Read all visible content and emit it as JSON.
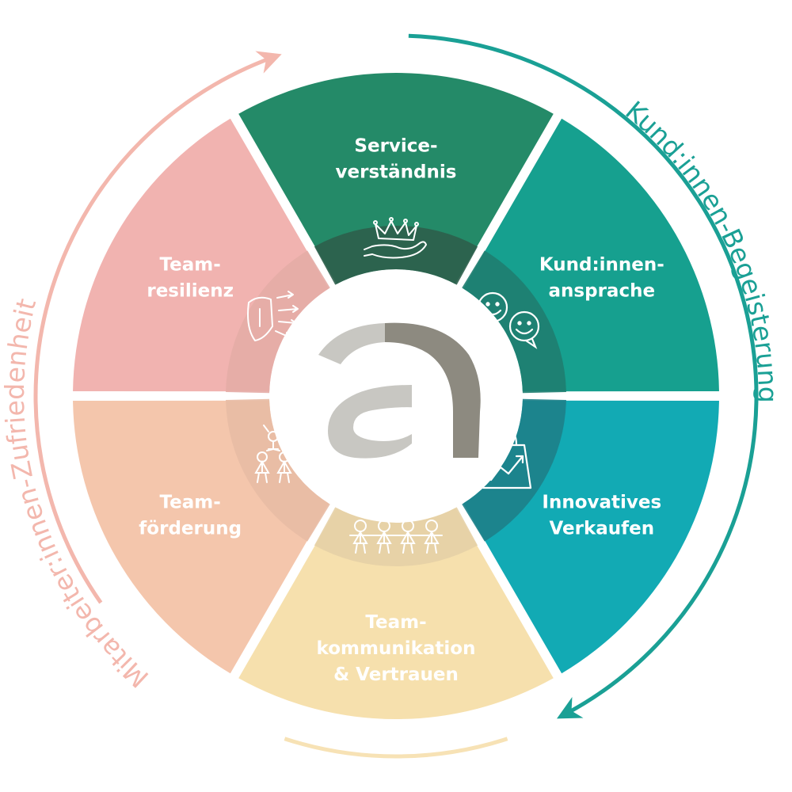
{
  "outer": {
    "right_arc_label": "Kund:innen-Begeisterung",
    "left_arc_label": "Mitarbeiter:innen-Zufriedenheit",
    "right_color": "#1aa095",
    "left_color": "#f3b7ad",
    "bottom_color": "#f7e2b5"
  },
  "segments": [
    {
      "id": "service",
      "lines": [
        "Service-",
        "verständnis"
      ],
      "icon": "crown-in-hand-icon",
      "color": "#248a68",
      "inner_color": "#2e5e4b"
    },
    {
      "id": "ansprache",
      "lines": [
        "Kund:innen-",
        "ansprache"
      ],
      "icon": "smiling-speech-bubbles-icon",
      "color": "#16a08f",
      "inner_color": "#1f7d70"
    },
    {
      "id": "verkaufen",
      "lines": [
        "Innovatives",
        "Verkaufen"
      ],
      "icon": "shopping-bag-growth-icon",
      "color": "#12aab4",
      "inner_color": "#1e8088"
    },
    {
      "id": "kommunikation",
      "lines": [
        "Team-",
        "kommunikation",
        "& Vertrauen"
      ],
      "icon": "holding-hands-group-icon",
      "color": "#f6e0ad",
      "inner_color": "#e5d0a6"
    },
    {
      "id": "foerderung",
      "lines": [
        "Team-",
        "förderung"
      ],
      "icon": "cheer-pyramid-icon",
      "color": "#f4c6ac",
      "inner_color": "#e8bba4"
    },
    {
      "id": "resilienz",
      "lines": [
        "Team-",
        "resilienz"
      ],
      "icon": "shield-deflecting-arrows-icon",
      "color": "#f1b3b0",
      "inner_color": "#e4aca6"
    }
  ],
  "logo": {
    "icon": "letter-a-logo-icon",
    "color_light": "#c8c7c2",
    "color_dark": "#8d8a80"
  }
}
